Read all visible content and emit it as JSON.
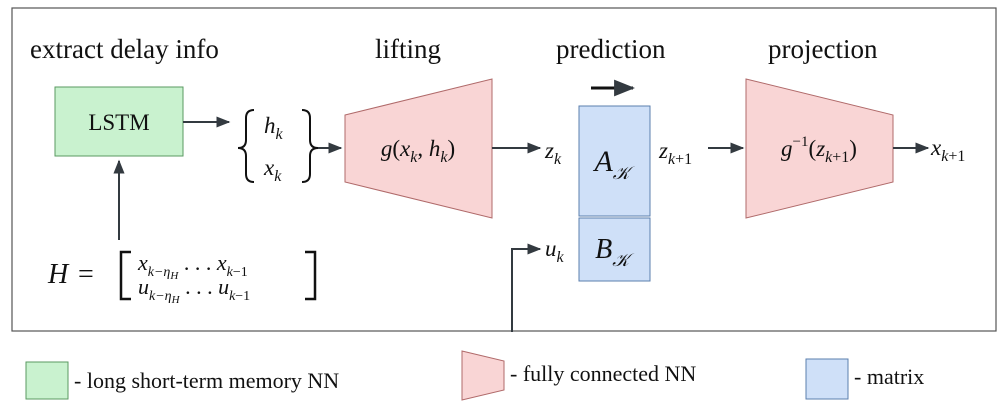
{
  "stages": {
    "extract": "extract delay info",
    "lifting": "lifting",
    "prediction": "prediction",
    "projection": "projection"
  },
  "blocks": {
    "lstm": "LSTM",
    "lifting_fn": "g(x_k, h_k)",
    "koopman_a": "A_K",
    "koopman_b": "B_K",
    "projection_fn": "g^{-1}(z_{k+1})"
  },
  "signals": {
    "h": "h_k",
    "x": "x_k",
    "z": "z_k",
    "u": "u_k",
    "z_next": "z_{k+1}",
    "x_next": "x_{k+1}"
  },
  "history": {
    "symbol": "H",
    "row1": "x_{k-η_H} . . . x_{k-1}",
    "row2": "u_{k-η_H} . . . u_{k-1}"
  },
  "legend": {
    "lstm": "- long short-term memory NN",
    "fcnn": "- fully connected NN",
    "matrix": "- matrix"
  },
  "colors": {
    "lstm_fill": "#c9f2cf",
    "lstm_stroke": "#5a9a62",
    "nn_fill": "#f9d5d5",
    "nn_stroke": "#b06a6a",
    "matrix_fill": "#cfe0f8",
    "matrix_stroke": "#5b7fae",
    "line": "#333a40",
    "frame": "#555555"
  }
}
